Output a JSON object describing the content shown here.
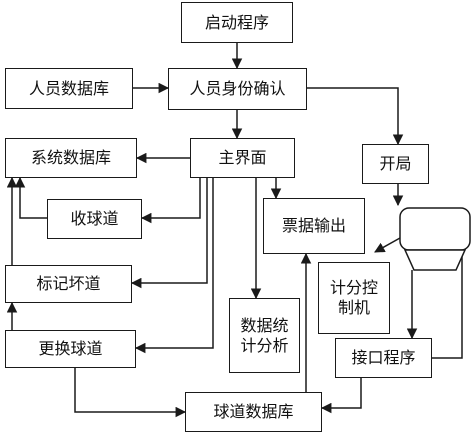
{
  "diagram": {
    "nodes": {
      "start": "启动程序",
      "person_db": "人员数据库",
      "identity": "人员身份确认",
      "open": "开局",
      "system_db": "系统数据库",
      "main": "主界面",
      "collect": "收球道",
      "ticket": "票据输出",
      "mark_bad": "标记坏道",
      "controller": "计分控制机",
      "stats": "数据统计分析",
      "replace": "更换球道",
      "interface": "接口程序",
      "lane_db": "球道数据库"
    },
    "device": {
      "name": "bowling-lane-device-icon"
    },
    "colors": {
      "line": "#1a1a1a",
      "box_border": "#1a1a1a",
      "text": "#111111"
    }
  }
}
